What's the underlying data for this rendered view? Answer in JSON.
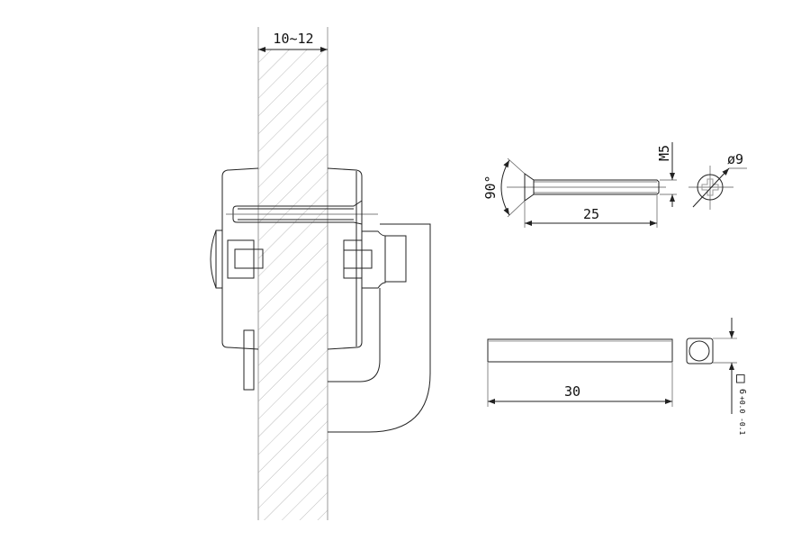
{
  "dimensions": {
    "wall_thickness": "10~12",
    "screw_length": "25",
    "screw_thread": "M5",
    "head_angle": "90°",
    "head_diameter": "ø9",
    "spindle_length": "30",
    "spindle_square": "□",
    "spindle_square_value": "6",
    "spindle_tolerance": "+0.0 -0.1"
  },
  "colors": {
    "line": "#222222",
    "hatch": "#999999"
  }
}
